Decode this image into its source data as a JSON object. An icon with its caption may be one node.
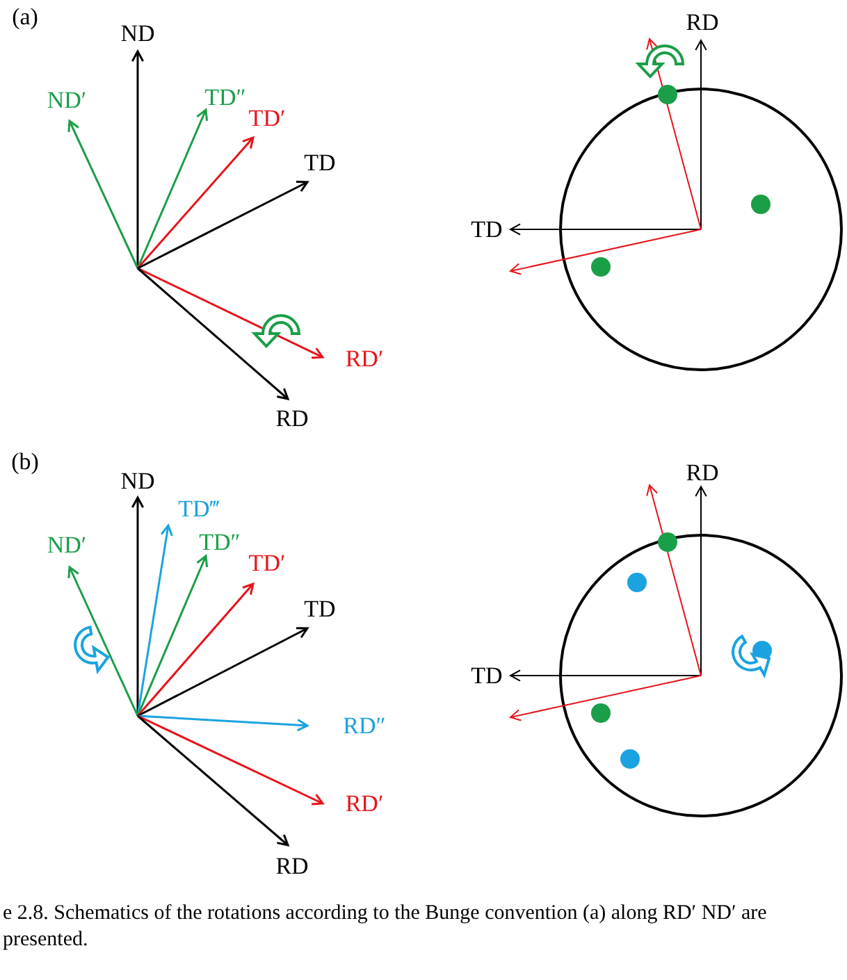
{
  "diagram": {
    "caption": "e 2.8. Schematics of the rotations according to the Bunge convention (a) along RD′ ND′ are presented.",
    "labels": [
      "(a)",
      "ND",
      "ND′",
      "TD″",
      "TD′",
      "TD",
      "RD′",
      "RD",
      "RD",
      "TD",
      "(b)",
      "ND",
      "TD‴",
      "ND′",
      "TD″",
      "TD′",
      "TD",
      "RD″",
      "RD′",
      "RD",
      "RD",
      "TD"
    ]
  }
}
